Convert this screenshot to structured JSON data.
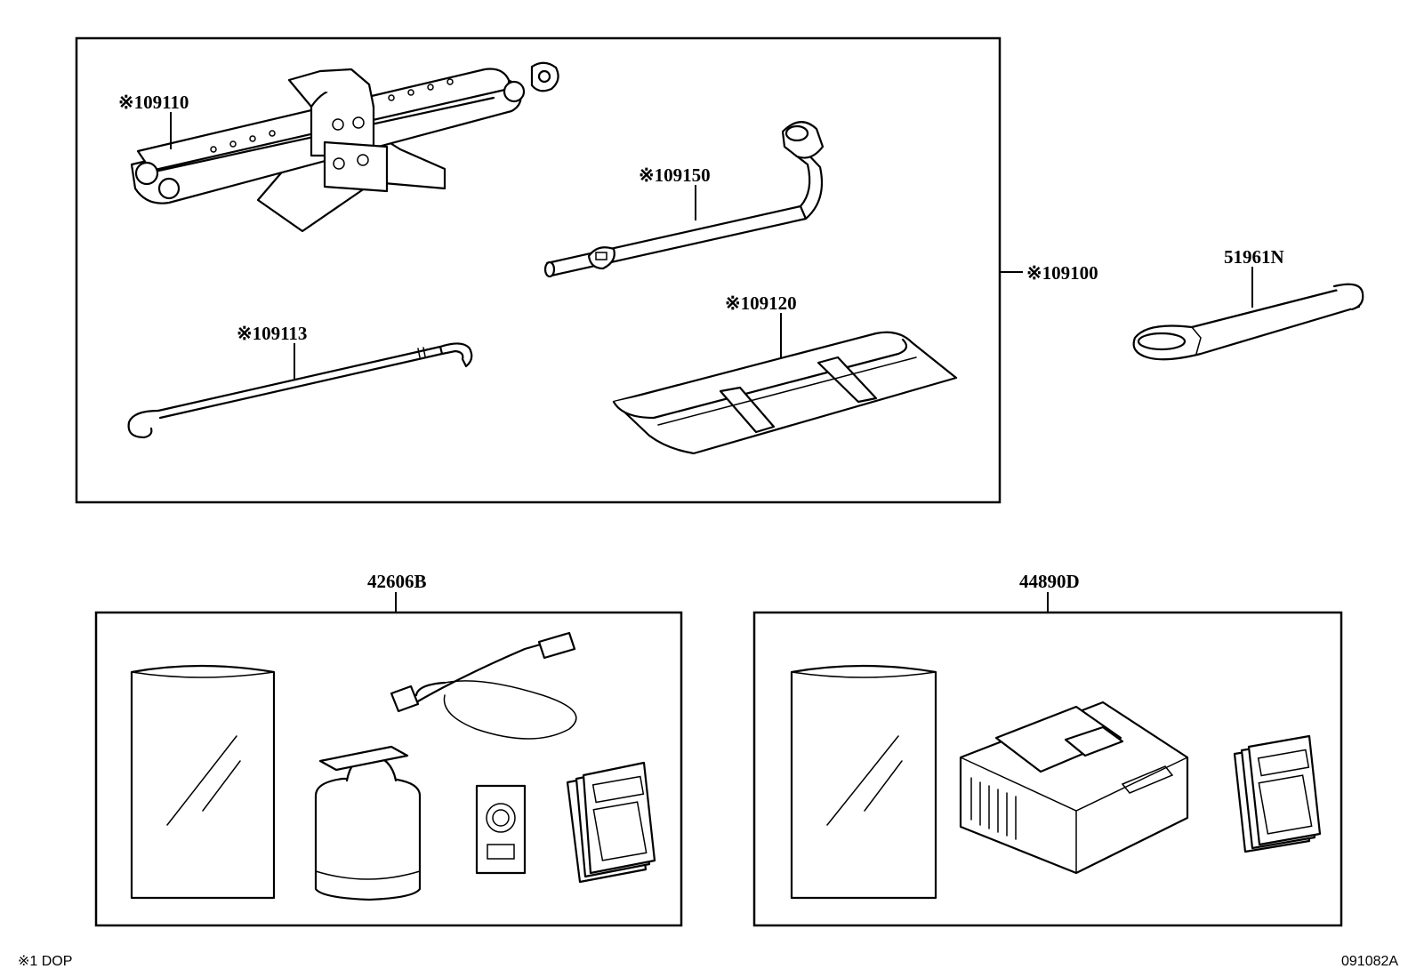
{
  "labels": {
    "jack": "※109110",
    "jack_handle": "※109113",
    "wrench": "※109150",
    "tool_bag": "※109120",
    "tool_set": "※109100",
    "tow_hook": "51961N",
    "repair_kit_a": "42606B",
    "repair_kit_b": "44890D"
  },
  "footnote": "※1  DOP",
  "diagram_code": "091082A"
}
